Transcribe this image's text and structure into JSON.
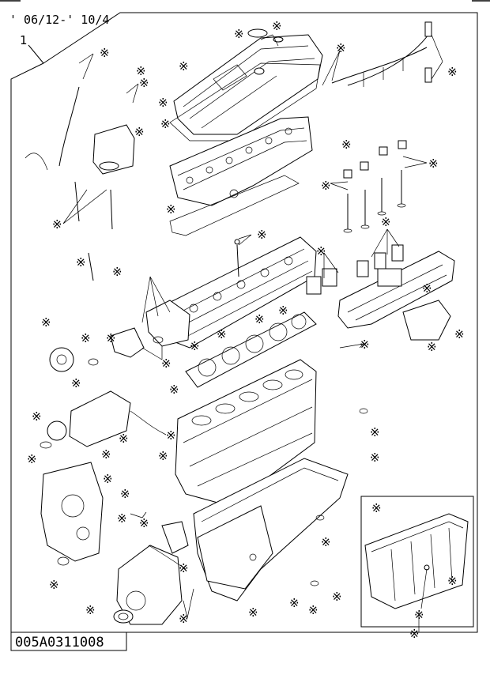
{
  "header": {
    "date_range": "' 06/12-' 10/4"
  },
  "callout": {
    "item_number": "1"
  },
  "footer": {
    "drawing_code": "005A0311008"
  },
  "marker": {
    "glyph": "※"
  }
}
